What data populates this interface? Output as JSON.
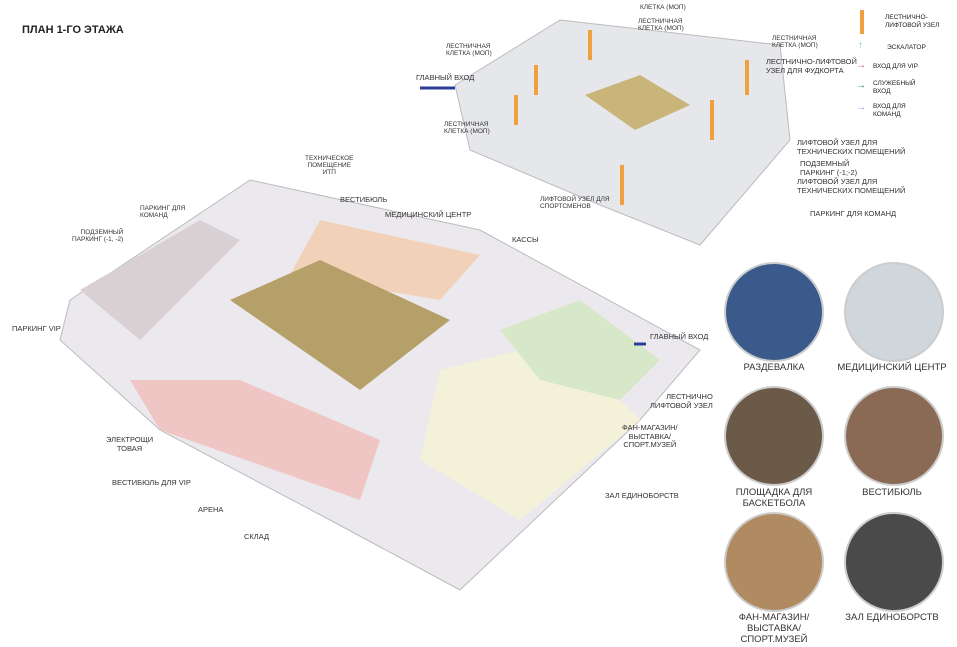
{
  "title": "ПЛАН 1-ГО ЭТАЖА",
  "legend": [
    {
      "label": "ЛЕСТНИЧНО-\nЛИФТОВОЙ УЗЕЛ",
      "color": "#f0a040",
      "icon": "stair-lift-icon"
    },
    {
      "label": "ЭСКАЛАТОР",
      "color": "#4cc9c0",
      "icon": "escalator-icon"
    },
    {
      "label": "ВХОД ДЛЯ VIP",
      "color": "#d9534f",
      "icon": "arrow-icon"
    },
    {
      "label": "СЛУЖЕБНЫЙ\nВХОД",
      "color": "#1e8a3c",
      "icon": "arrow-icon"
    },
    {
      "label": "ВХОД ДЛЯ\nКОМАНД",
      "color": "#a78bd6",
      "icon": "arrow-icon"
    }
  ],
  "top_plan_labels": {
    "stair1": "КЛЕТКА (МОП)",
    "stair2": "ЛЕСТНИЧНАЯ\nКЛЕТКА (МОП)",
    "stair3": "ЛЕСТНИЧНАЯ\nКЛЕТКА (МОП)",
    "stair4": "ЛЕСТНИЧНАЯ\nКЛЕТКА (МОП)",
    "stair5": "ЛЕСТНИЧНАЯ\nКЛЕТКА (МОП)",
    "main_entrance": "ГЛАВНЫЙ ВХОД",
    "foodcourt": "ЛЕСТНИЧНО-ЛИФТОВОЙ\nУЗЕЛ ДЛЯ ФУДКОРТА",
    "tech_lift1": "ЛИФТОВОЙ УЗЕЛ ДЛЯ\nТЕХНИЧЕСКИХ ПОМЕЩЕНИЙ",
    "underground": "ПОДЗЕМНЫЙ\nПАРКИНГ (-1;-2)",
    "tech_lift2": "ЛИФТОВОЙ УЗЕЛ ДЛЯ\nТЕХНИЧЕСКИХ ПОМЕЩЕНИЙ",
    "team_parking": "ПАРКИНГ ДЛЯ КОМАНД",
    "athletes_lift": "ЛИФТОВОЙ УЗЕЛ ДЛЯ\nСПОРТСМЕНОВ"
  },
  "main_plan_labels": {
    "tech_room": "ТЕХНИЧЕСКОЕ\nПОМЕЩЕНИЕ\nИТП",
    "team_parking": "ПАРКИНГ ДЛЯ\nКОМАНД",
    "vestibule": "ВЕСТИБЮЛЬ",
    "medical": "МЕДИЦИНСКИЙ ЦЕНТР",
    "underground": "ПОДЗЕМНЫЙ\nПАРКИНГ (-1, -2)",
    "tickets": "КАССЫ",
    "vip_parking": "ПАРКИНГ VIP",
    "main_entrance": "ГЛАВНЫЙ ВХОД",
    "stair_lift": "ЛЕСТНИЧНО\nЛИФТОВОЙ УЗЕЛ",
    "electric": "ЭЛЕКТРОЩИ\nТОВАЯ",
    "fan_shop": "ФАН-МАГАЗИН/\nВЫСТАВКА/\nСПОРТ.МУЗЕЙ",
    "vip_vestibule": "ВЕСТИБЮЛЬ ДЛЯ VIP",
    "martial": "ЗАЛ ЕДИНОБОРСТВ",
    "arena": "АРЕНА",
    "storage": "СКЛАД"
  },
  "photos": [
    {
      "caption": "РАЗДЕВАЛКА",
      "color": "#3a5a8c"
    },
    {
      "caption": "МЕДИЦИНСКИЙ ЦЕНТР",
      "color": "#cfd6dc"
    },
    {
      "caption": "ПЛОЩАДКА ДЛЯ\nБАСКЕТБОЛА",
      "color": "#6b5a48"
    },
    {
      "caption": "ВЕСТИБЮЛЬ",
      "color": "#8a6a55"
    },
    {
      "caption": "ФАН-МАГАЗИН/\nВЫСТАВКА/\nСПОРТ.МУЗЕЙ",
      "color": "#b08a60"
    },
    {
      "caption": "ЗАЛ ЕДИНОБОРСТВ",
      "color": "#4a4a4a"
    }
  ]
}
